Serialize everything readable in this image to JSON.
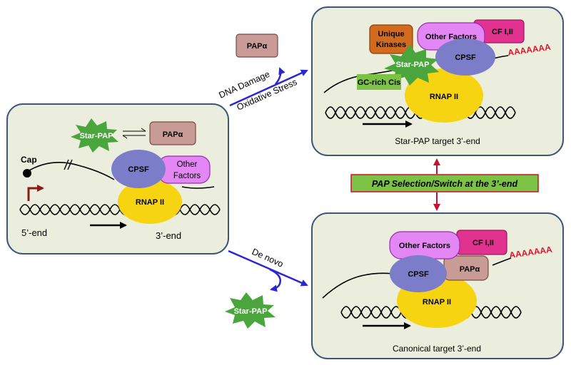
{
  "colors": {
    "panel_fill": "#ebeedd",
    "panel_stroke": "#3e5678",
    "cpsf": "#7b7dc9",
    "rnap": "#f6d412",
    "other_factors": "#e387f5",
    "cf": "#e2328f",
    "pap_alpha": "#c99b96",
    "star_pap": "#4aa63c",
    "kinases": "#d36b1f",
    "gc_rich": "#7cc244",
    "arrow_blue": "#2b26d4",
    "arrow_red": "#c8102e",
    "poly_a": "#e3132c",
    "tss_arrow": "#8b1a1a"
  },
  "left_panel": {
    "star_pap": "Star-PAP",
    "pap_alpha": "PAPα",
    "cap": "Cap",
    "cpsf": "CPSF",
    "other_factors_line1": "Other",
    "other_factors_line2": "Factors",
    "rnap": "RNAP II",
    "five_end": "5’-end",
    "three_end": "3’-end"
  },
  "top_panel": {
    "kinases_line1": "Unique",
    "kinases_line2": "Kinases",
    "other_factors": "Other Factors",
    "cf": "CF I,II",
    "star_pap": "Star-PAP",
    "cpsf": "CPSF",
    "poly_a": "AAAAAAA",
    "gc_rich": "GC-rich Cis",
    "rnap": "RNAP II",
    "caption": "Star-PAP target 3’-end"
  },
  "bottom_panel": {
    "other_factors": "Other Factors",
    "cf": "CF I,II",
    "poly_a": "AAAAAAA",
    "pap_alpha": "PAPα",
    "cpsf": "CPSF",
    "rnap": "RNAP II",
    "caption": "Canonical target 3’-end"
  },
  "floating": {
    "pap_alpha": "PAPα",
    "star_pap": "Star-PAP"
  },
  "arrows": {
    "dna_damage": "DNA Damage",
    "oxidative_stress": "Oxidative Stress",
    "de_novo": "De novo"
  },
  "switch_box": "PAP Selection/Switch at the 3’-end"
}
